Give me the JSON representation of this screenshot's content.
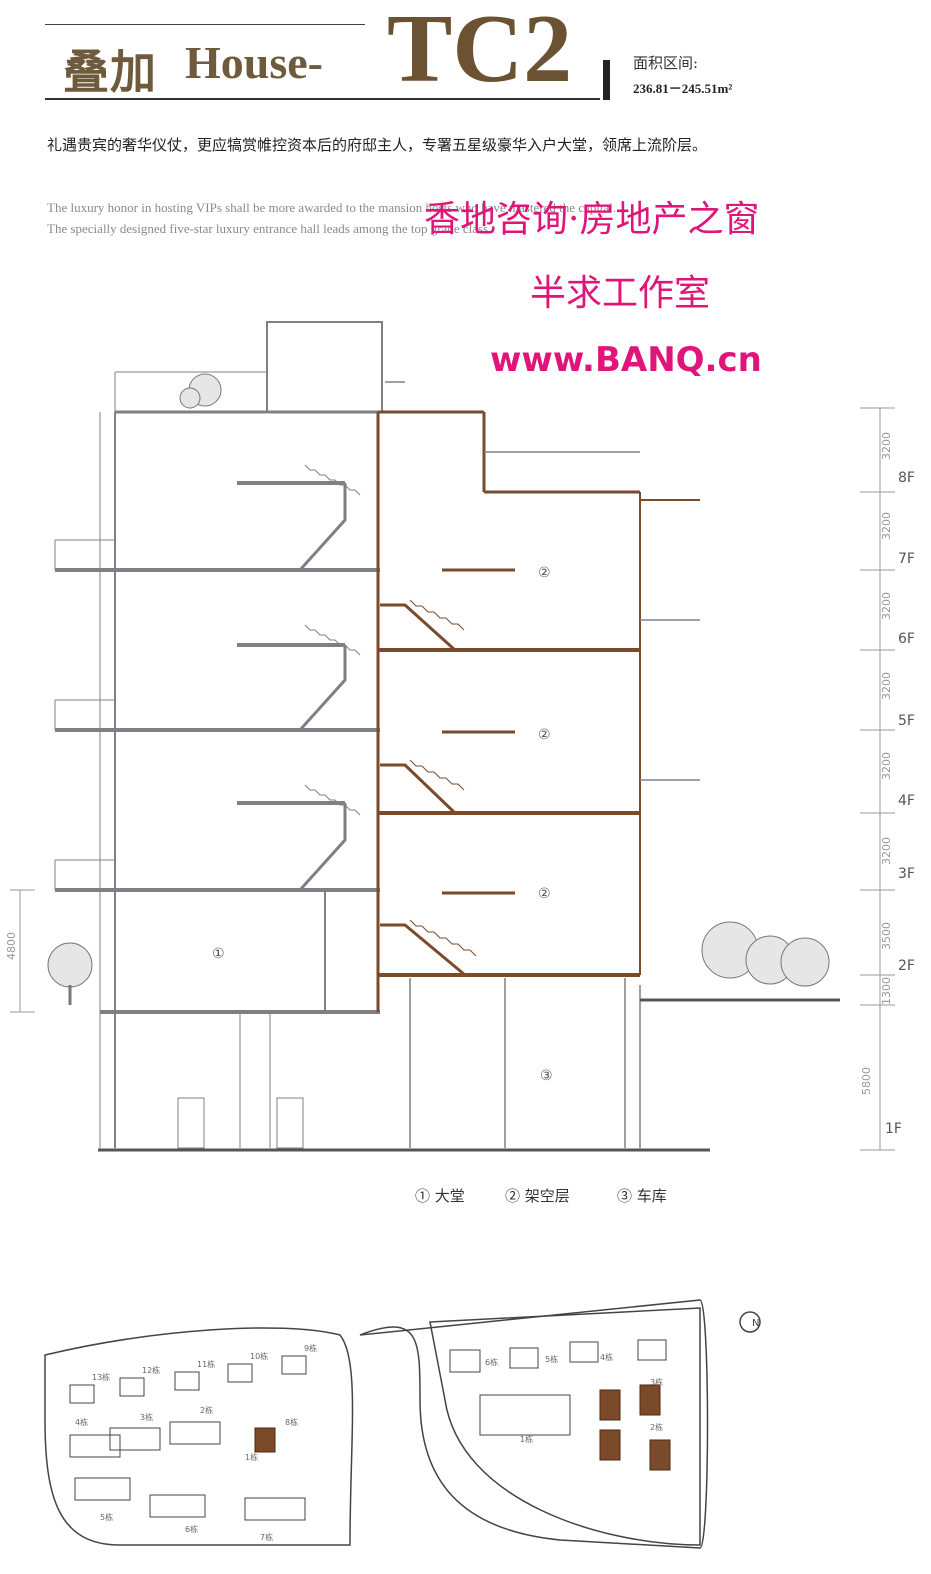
{
  "header": {
    "title_cn": "叠加",
    "title_en": "House-",
    "title_code": "TC2",
    "area_label": "面积区间:",
    "area_value": "236.81－245.51m²"
  },
  "intro": {
    "cn": "礼遇贵宾的奢华仪仗，更应犒赏帷控资本后的府邸主人，专署五星级豪华入户大堂，领席上流阶层。",
    "en_line1": "The luxury honor in hosting VIPs shall be more awarded to the mansion hosts who have mastered the capital.",
    "en_line2": "The specially designed five-star luxury entrance hall leads among the top grade class."
  },
  "watermark": {
    "line1": "香地咨询·房地产之窗",
    "line2": "半求工作室",
    "line3": "www.BANQ.cn"
  },
  "section": {
    "dims": [
      "3200",
      "3200",
      "3200",
      "3200",
      "3200",
      "3200",
      "3500",
      "1300",
      "5800",
      "4800"
    ],
    "floors": [
      "8F",
      "7F",
      "6F",
      "5F",
      "4F",
      "3F",
      "2F",
      "1F"
    ],
    "room_markers": [
      "②",
      "②",
      "②",
      "①",
      "③"
    ]
  },
  "legend": {
    "items": [
      "① 大堂",
      "② 架空层",
      "③ 车库"
    ]
  },
  "siteplan": {
    "north": "N",
    "labels": [
      "13栋",
      "12栋",
      "11栋",
      "10栋",
      "9栋",
      "8栋",
      "4栋",
      "3栋",
      "2栋",
      "1栋",
      "5栋",
      "6栋",
      "7栋",
      "6栋",
      "5栋",
      "4栋",
      "3栋",
      "2栋",
      "1栋"
    ]
  },
  "colors": {
    "title_gold": "#6e5a3c",
    "section_brown": "#7a4a2a",
    "wall_gray": "#7d8185",
    "watermark_pink": "#e0157a",
    "highlight_bldg": "#7a4a2a"
  }
}
